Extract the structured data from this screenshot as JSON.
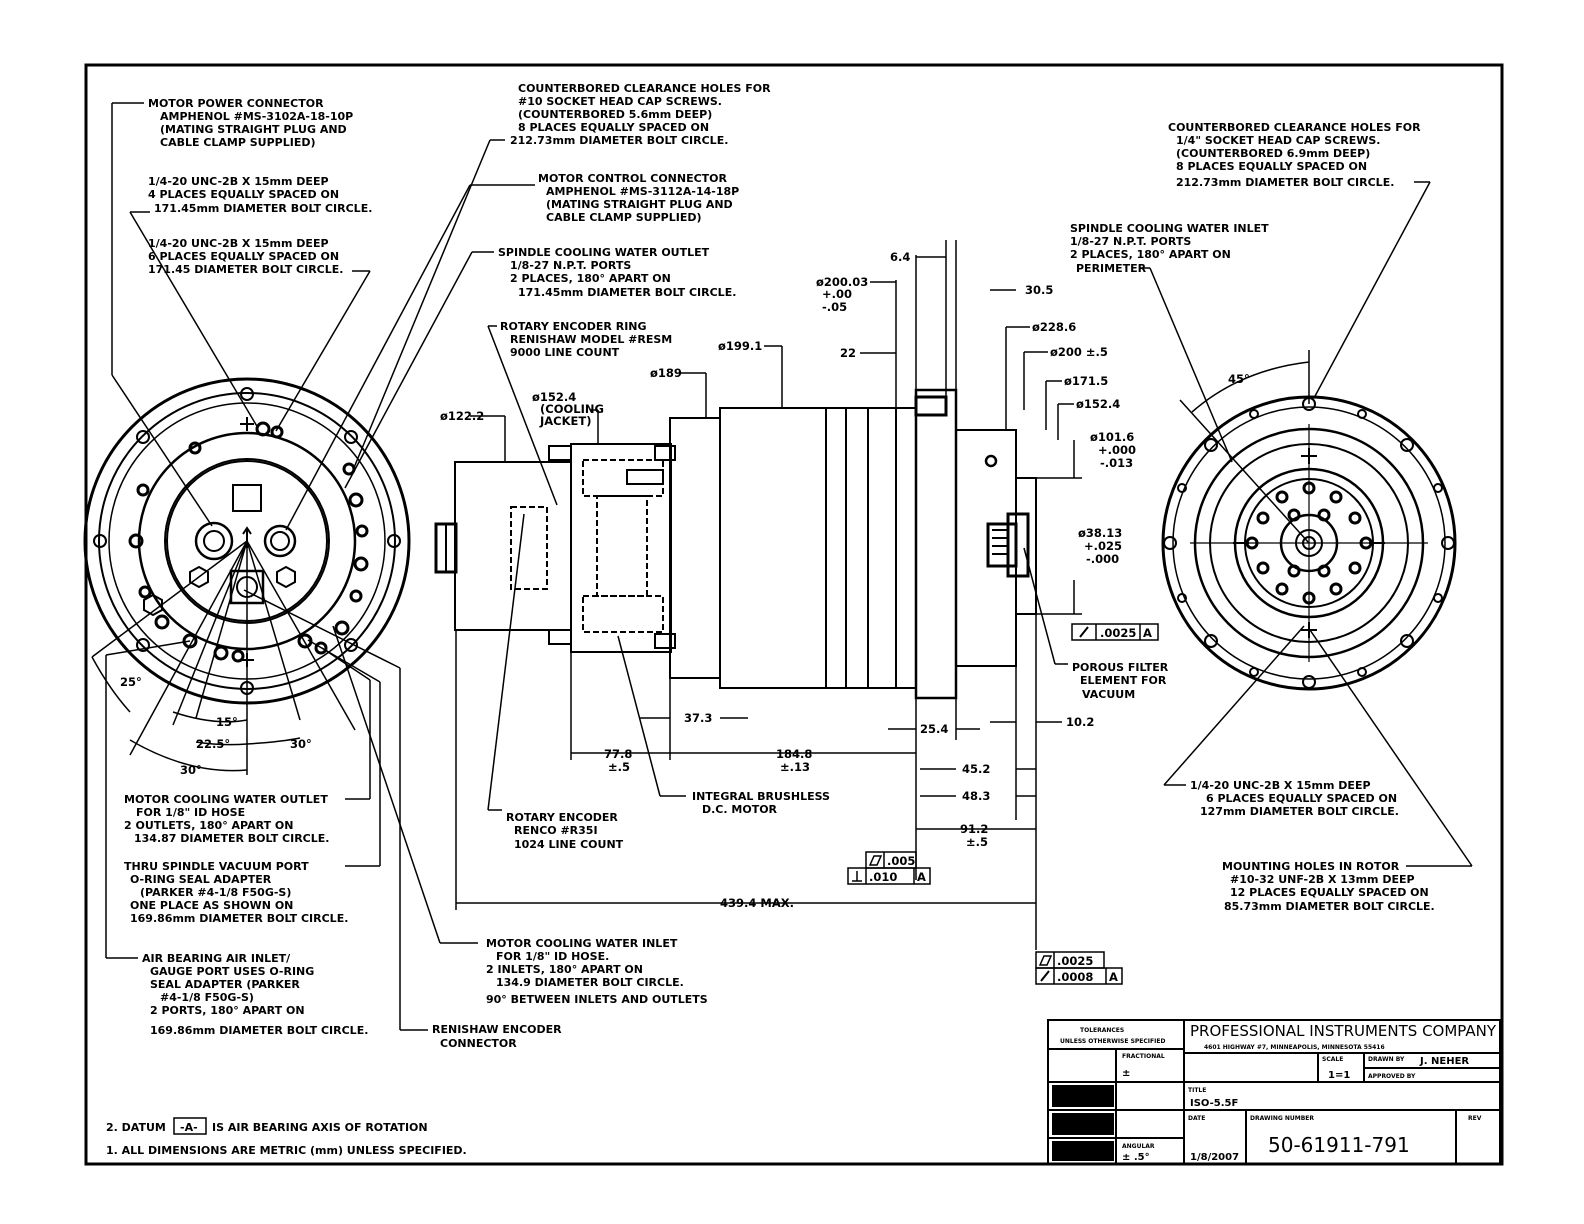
{
  "notes": {
    "motor_power_connector": [
      "MOTOR POWER CONNECTOR",
      "AMPHENOL #MS-3102A-18-10P",
      "(MATING STRAIGHT PLUG AND",
      "CABLE CLAMP SUPPLIED)"
    ],
    "tapped_holes_4": [
      "1/4-20 UNC-2B X 15mm DEEP",
      "4 PLACES EQUALLY SPACED ON",
      "171.45mm DIAMETER BOLT CIRCLE."
    ],
    "tapped_holes_6": [
      "1/4-20 UNC-2B X 15mm DEEP",
      "6 PLACES EQUALLY SPACED ON",
      "171.45 DIAMETER BOLT CIRCLE."
    ],
    "counterbored_10": [
      "COUNTERBORED CLEARANCE HOLES FOR",
      "#10 SOCKET HEAD CAP SCREWS.",
      "(COUNTERBORED 5.6mm DEEP)",
      "8 PLACES EQUALLY SPACED ON",
      "212.73mm DIAMETER BOLT CIRCLE."
    ],
    "motor_control_connector": [
      "MOTOR CONTROL CONNECTOR",
      "AMPHENOL #MS-3112A-14-18P",
      "(MATING STRAIGHT PLUG AND",
      "CABLE CLAMP SUPPLIED)"
    ],
    "spindle_water_outlet": [
      "SPINDLE COOLING WATER OUTLET",
      "1/8-27 N.P.T. PORTS",
      "2 PLACES, 180° APART ON",
      "171.45mm DIAMETER BOLT CIRCLE."
    ],
    "rotary_encoder_ring": [
      "ROTARY ENCODER RING",
      "RENISHAW MODEL #RESM",
      "9000 LINE COUNT"
    ],
    "counterbored_quarter": [
      "COUNTERBORED CLEARANCE HOLES FOR",
      "1/4\" SOCKET HEAD CAP SCREWS.",
      "(COUNTERBORED 6.9mm DEEP)",
      "8 PLACES EQUALLY SPACED ON",
      "212.73mm DIAMETER BOLT CIRCLE."
    ],
    "spindle_water_inlet": [
      "SPINDLE COOLING WATER INLET",
      "1/8-27 N.P.T. PORTS",
      "2 PLACES, 180° APART ON",
      "PERIMETER"
    ],
    "motor_water_outlet": [
      "MOTOR COOLING WATER OUTLET",
      "FOR 1/8\" ID HOSE",
      "2 OUTLETS, 180° APART ON",
      "134.87 DIAMETER BOLT CIRCLE."
    ],
    "vacuum_port": [
      "THRU SPINDLE VACUUM PORT",
      "O-RING SEAL ADAPTER",
      "(PARKER #4-1/8 F50G-S)",
      "ONE PLACE AS SHOWN ON",
      "169.86mm DIAMETER BOLT CIRCLE."
    ],
    "air_bearing_inlet": [
      "AIR BEARING AIR INLET/",
      "GAUGE PORT USES O-RING",
      "SEAL ADAPTER (PARKER",
      "#4-1/8 F50G-S)",
      "2 PORTS, 180° APART ON",
      "169.86mm DIAMETER BOLT CIRCLE."
    ],
    "motor_water_inlet": [
      "MOTOR COOLING WATER INLET",
      "FOR 1/8\" ID HOSE.",
      "2 INLETS, 180° APART ON",
      "134.9 DIAMETER BOLT CIRCLE.",
      "90° BETWEEN INLETS AND OUTLETS"
    ],
    "renishaw_connector": [
      "RENISHAW ENCODER",
      "CONNECTOR"
    ],
    "rotary_encoder": [
      "ROTARY ENCODER",
      "RENCO #R35I",
      "1024 LINE COUNT"
    ],
    "brushless_motor": [
      "INTEGRAL BRUSHLESS",
      "D.C. MOTOR"
    ],
    "porous_filter": [
      "POROUS FILTER",
      "ELEMENT FOR",
      "VACUUM"
    ],
    "tapped_holes_right": [
      "1/4-20 UNC-2B X 15mm DEEP",
      "6 PLACES EQUALLY SPACED ON",
      "127mm DIAMETER BOLT CIRCLE."
    ],
    "rotor_holes": [
      "MOUNTING HOLES IN ROTOR",
      "#10-32 UNF-2B X 13mm DEEP",
      "12 PLACES EQUALLY SPACED ON",
      "85.73mm DIAMETER BOLT CIRCLE."
    ]
  },
  "dims": {
    "d_122_2": "ø122.2",
    "d_152_4_cj": [
      "ø152.4",
      "(COOLING",
      "JACKET)"
    ],
    "d_189": "ø189",
    "d_199_1": "ø199.1",
    "d_200_03": [
      "ø200.03",
      "+.00",
      "-.05"
    ],
    "d_22": "22",
    "d_6_4": "6.4",
    "d_30_5": "30.5",
    "d_228_6": "ø228.6",
    "d_200": "ø200 ±.5",
    "d_171_5": "ø171.5",
    "d_152_4": "ø152.4",
    "d_101_6": [
      "ø101.6",
      "+.000",
      "-.013"
    ],
    "d_38_13": [
      "ø38.13",
      "+.025",
      "-.000"
    ],
    "d_37_3": "37.3",
    "d_77_8": [
      "77.8",
      "±.5"
    ],
    "d_184_8": [
      "184.8",
      "±.13"
    ],
    "d_25_4": "25.4",
    "d_10_2": "10.2",
    "d_45_2": "45.2",
    "d_48_3": "48.3",
    "d_91_2": [
      "91.2",
      "±.5"
    ],
    "d_439_4": "439.4 MAX.",
    "a_25": "25°",
    "a_15": "15°",
    "a_22_5": "22.5°",
    "a_30a": "30°",
    "a_30b": "30°",
    "a_45": "45°"
  },
  "fcf": {
    "runout_0025": [
      ".0025",
      "A"
    ],
    "flat_005": ".005",
    "perp_010": [
      ".010",
      "A"
    ],
    "flat_0025": ".0025",
    "runout_0008": [
      ".0008",
      "A"
    ]
  },
  "general_notes": {
    "note2_pre": "2. DATUM",
    "note2_datum": "-A-",
    "note2_post": "IS AIR BEARING AXIS OF ROTATION",
    "note1": "1. ALL DIMENSIONS ARE METRIC (mm) UNLESS SPECIFIED."
  },
  "title_block": {
    "company": "PROFESSIONAL INSTRUMENTS COMPANY",
    "address": "4601 HIGHWAY #7, MINNEAPOLIS, MINNESOTA 55416",
    "tolerances": "TOLERANCES",
    "tol_sub": "UNLESS OTHERWISE SPECIFIED",
    "fractional": "FRACTIONAL",
    "frac_val": "±",
    "angular": "ANGULAR",
    "ang_val": "± .5°",
    "scale_label": "SCALE",
    "scale": "1=1",
    "drawn_label": "DRAWN BY",
    "drawn_by": "J. NEHER",
    "approved_label": "APPROVED BY",
    "title_label": "TITLE",
    "title": "ISO-5.5F",
    "date_label": "DATE",
    "date": "1/8/2007",
    "dwg_label": "DRAWING NUMBER",
    "dwg_no": "50-61911-791",
    "rev_label": "REV",
    "check": "✓"
  }
}
